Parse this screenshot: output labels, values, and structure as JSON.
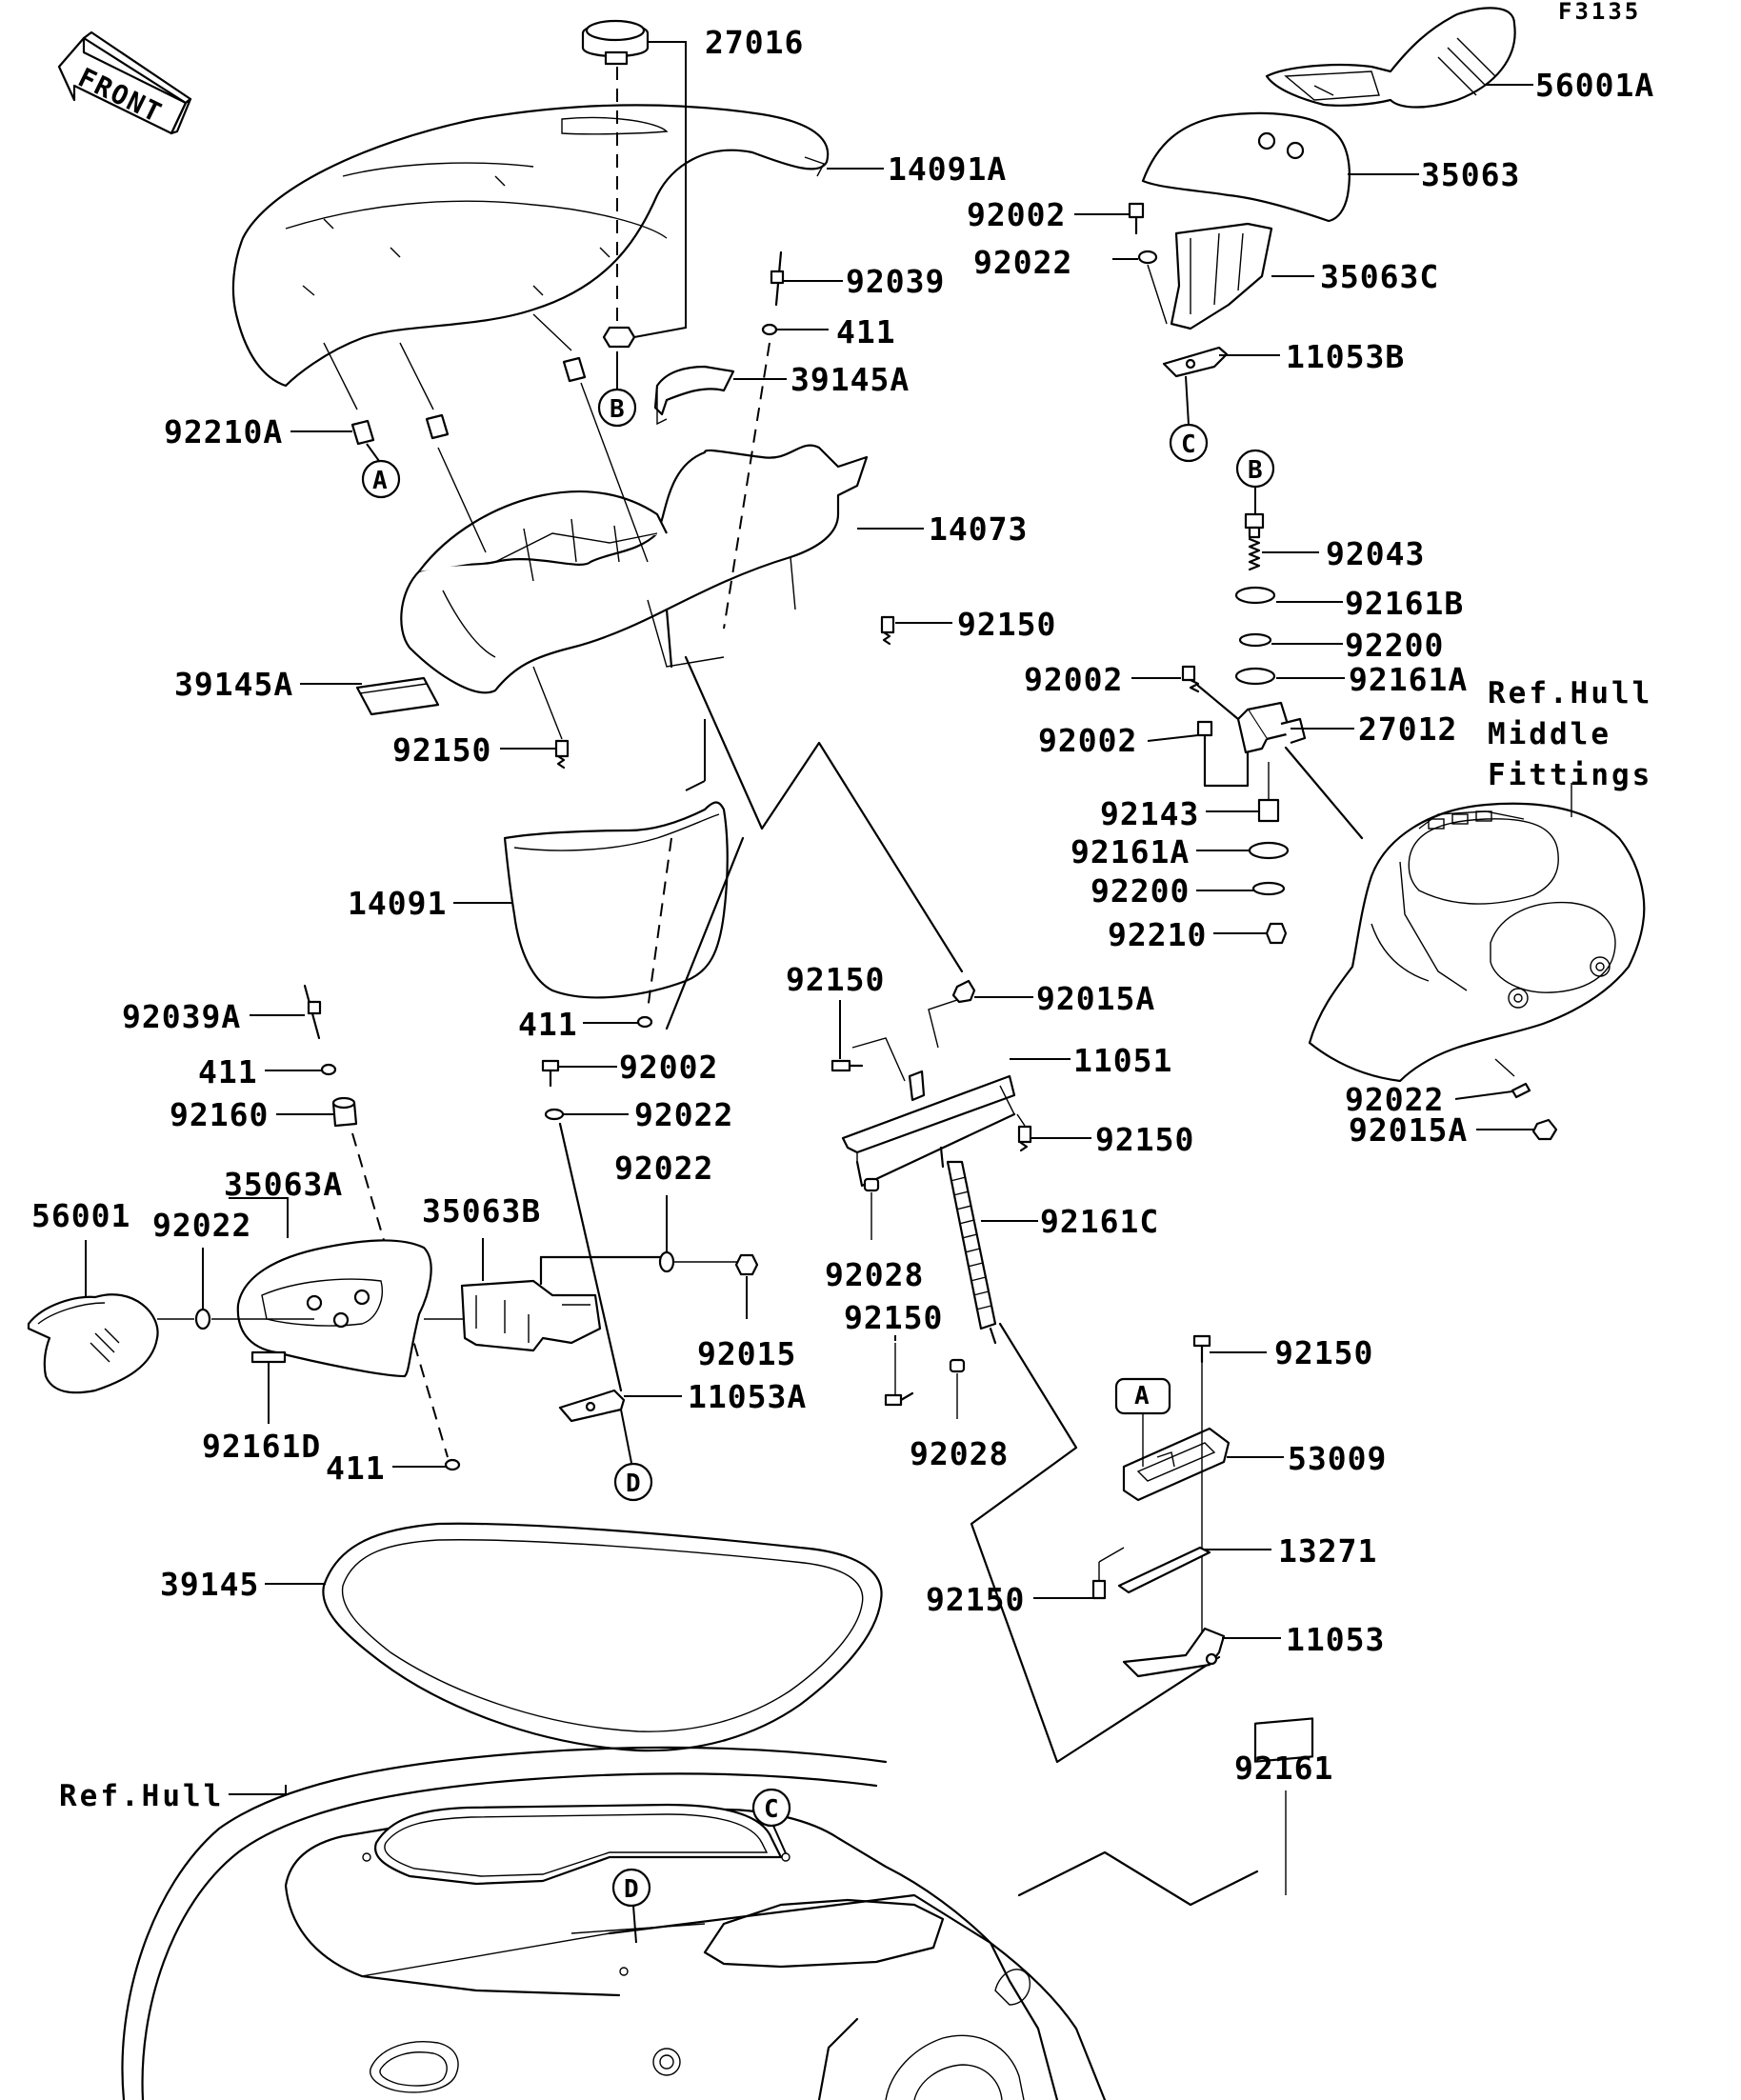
{
  "diagram_code": "F3135",
  "front_arrow_label": "FRONT",
  "ref_hull_middle_fittings": [
    "Ref.Hull",
    "Middle",
    "Fittings"
  ],
  "ref_hull": "Ref.Hull",
  "part_numbers": {
    "p27016": "27016",
    "p56001A": "56001A",
    "p14091A": "14091A",
    "p35063": "35063",
    "p92002_top": "92002",
    "p92039": "92039",
    "p92022_top": "92022",
    "p35063C": "35063C",
    "p411_top": "411",
    "p39145A_top": "39145A",
    "p11053B": "11053B",
    "p92210A": "92210A",
    "p14073": "14073",
    "p92043": "92043",
    "p92161B": "92161B",
    "p92150_a": "92150",
    "p92200_a": "92200",
    "p39145A_left": "39145A",
    "p92002_mid": "92002",
    "p92161A_a": "92161A",
    "p92150_b": "92150",
    "p27012": "27012",
    "p92002_mid2": "92002",
    "p92143": "92143",
    "p92161A_b": "92161A",
    "p14091": "14091",
    "p92200_b": "92200",
    "p92210": "92210",
    "p92150_c": "92150",
    "p92015A_a": "92015A",
    "p92039A": "92039A",
    "p411_mid": "411",
    "p411_left": "411",
    "p92002_low": "92002",
    "p11051": "11051",
    "p92160": "92160",
    "p92022_low": "92022",
    "p92022_right": "92022",
    "p92015A_b": "92015A",
    "p92150_d": "92150",
    "p35063A": "35063A",
    "p92022_mid": "92022",
    "p92161C": "92161C",
    "p56001": "56001",
    "p35063B": "35063B",
    "p92022_left": "92022",
    "p92028_a": "92028",
    "p92015": "92015",
    "p92150_e": "92150",
    "p92150_f": "92150",
    "p11053A": "11053A",
    "p53009": "53009",
    "p92161D": "92161D",
    "p411_low": "411",
    "p92028_b": "92028",
    "p13271": "13271",
    "p39145": "39145",
    "p92150_g": "92150",
    "p11053": "11053",
    "p92161": "92161"
  },
  "markers": {
    "A": "A",
    "B": "B",
    "C": "C",
    "D": "D"
  }
}
